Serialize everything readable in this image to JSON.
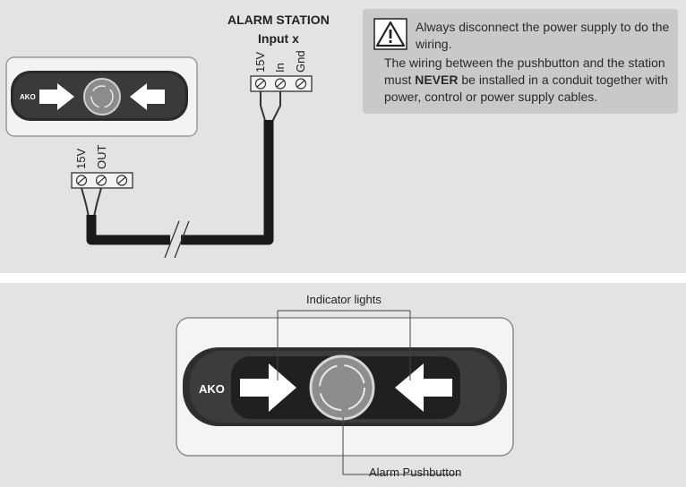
{
  "alarm_station": {
    "title": "ALARM STATION",
    "subtitle": "Input x"
  },
  "station_terminals": [
    "15V",
    "In",
    "Gnd"
  ],
  "pushbutton_terminals": [
    "15V",
    "OUT"
  ],
  "brand_logo": "AKO",
  "warning": {
    "icon": "warning-triangle-icon",
    "line1": "Always disconnect the power supply to do the",
    "line2": "wiring.",
    "body_pre": "The wiring between the pushbutton and the station must ",
    "body_emph": "NEVER",
    "body_post": " be installed in a conduit together with power, control or power supply cables."
  },
  "callouts": {
    "indicator_lights": "Indicator lights",
    "alarm_pushbutton": "Alarm Pushbutton"
  },
  "colors": {
    "panel": "#e3e3e3",
    "warning_box": "#c9c9c9",
    "device_face": "#2b2b2b",
    "button": "#8a8a8a"
  }
}
